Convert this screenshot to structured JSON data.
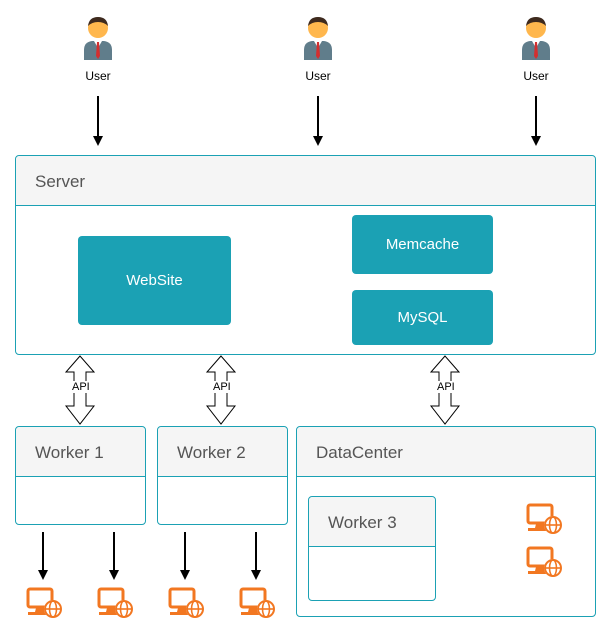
{
  "users": [
    {
      "label": "User"
    },
    {
      "label": "User"
    },
    {
      "label": "User"
    }
  ],
  "server": {
    "title": "Server",
    "website": "WebSite",
    "memcache": "Memcache",
    "mysql": "MySQL"
  },
  "api_label": "API",
  "workers": [
    {
      "title": "Worker 1"
    },
    {
      "title": "Worker 2"
    }
  ],
  "datacenter": {
    "title": "DataCenter",
    "worker3": "Worker 3"
  },
  "colors": {
    "teal": "#1ba1b4",
    "orange": "#f27721",
    "header_bg": "#f5f5f5"
  },
  "icons": [
    "user-icon",
    "computer-globe-icon"
  ]
}
